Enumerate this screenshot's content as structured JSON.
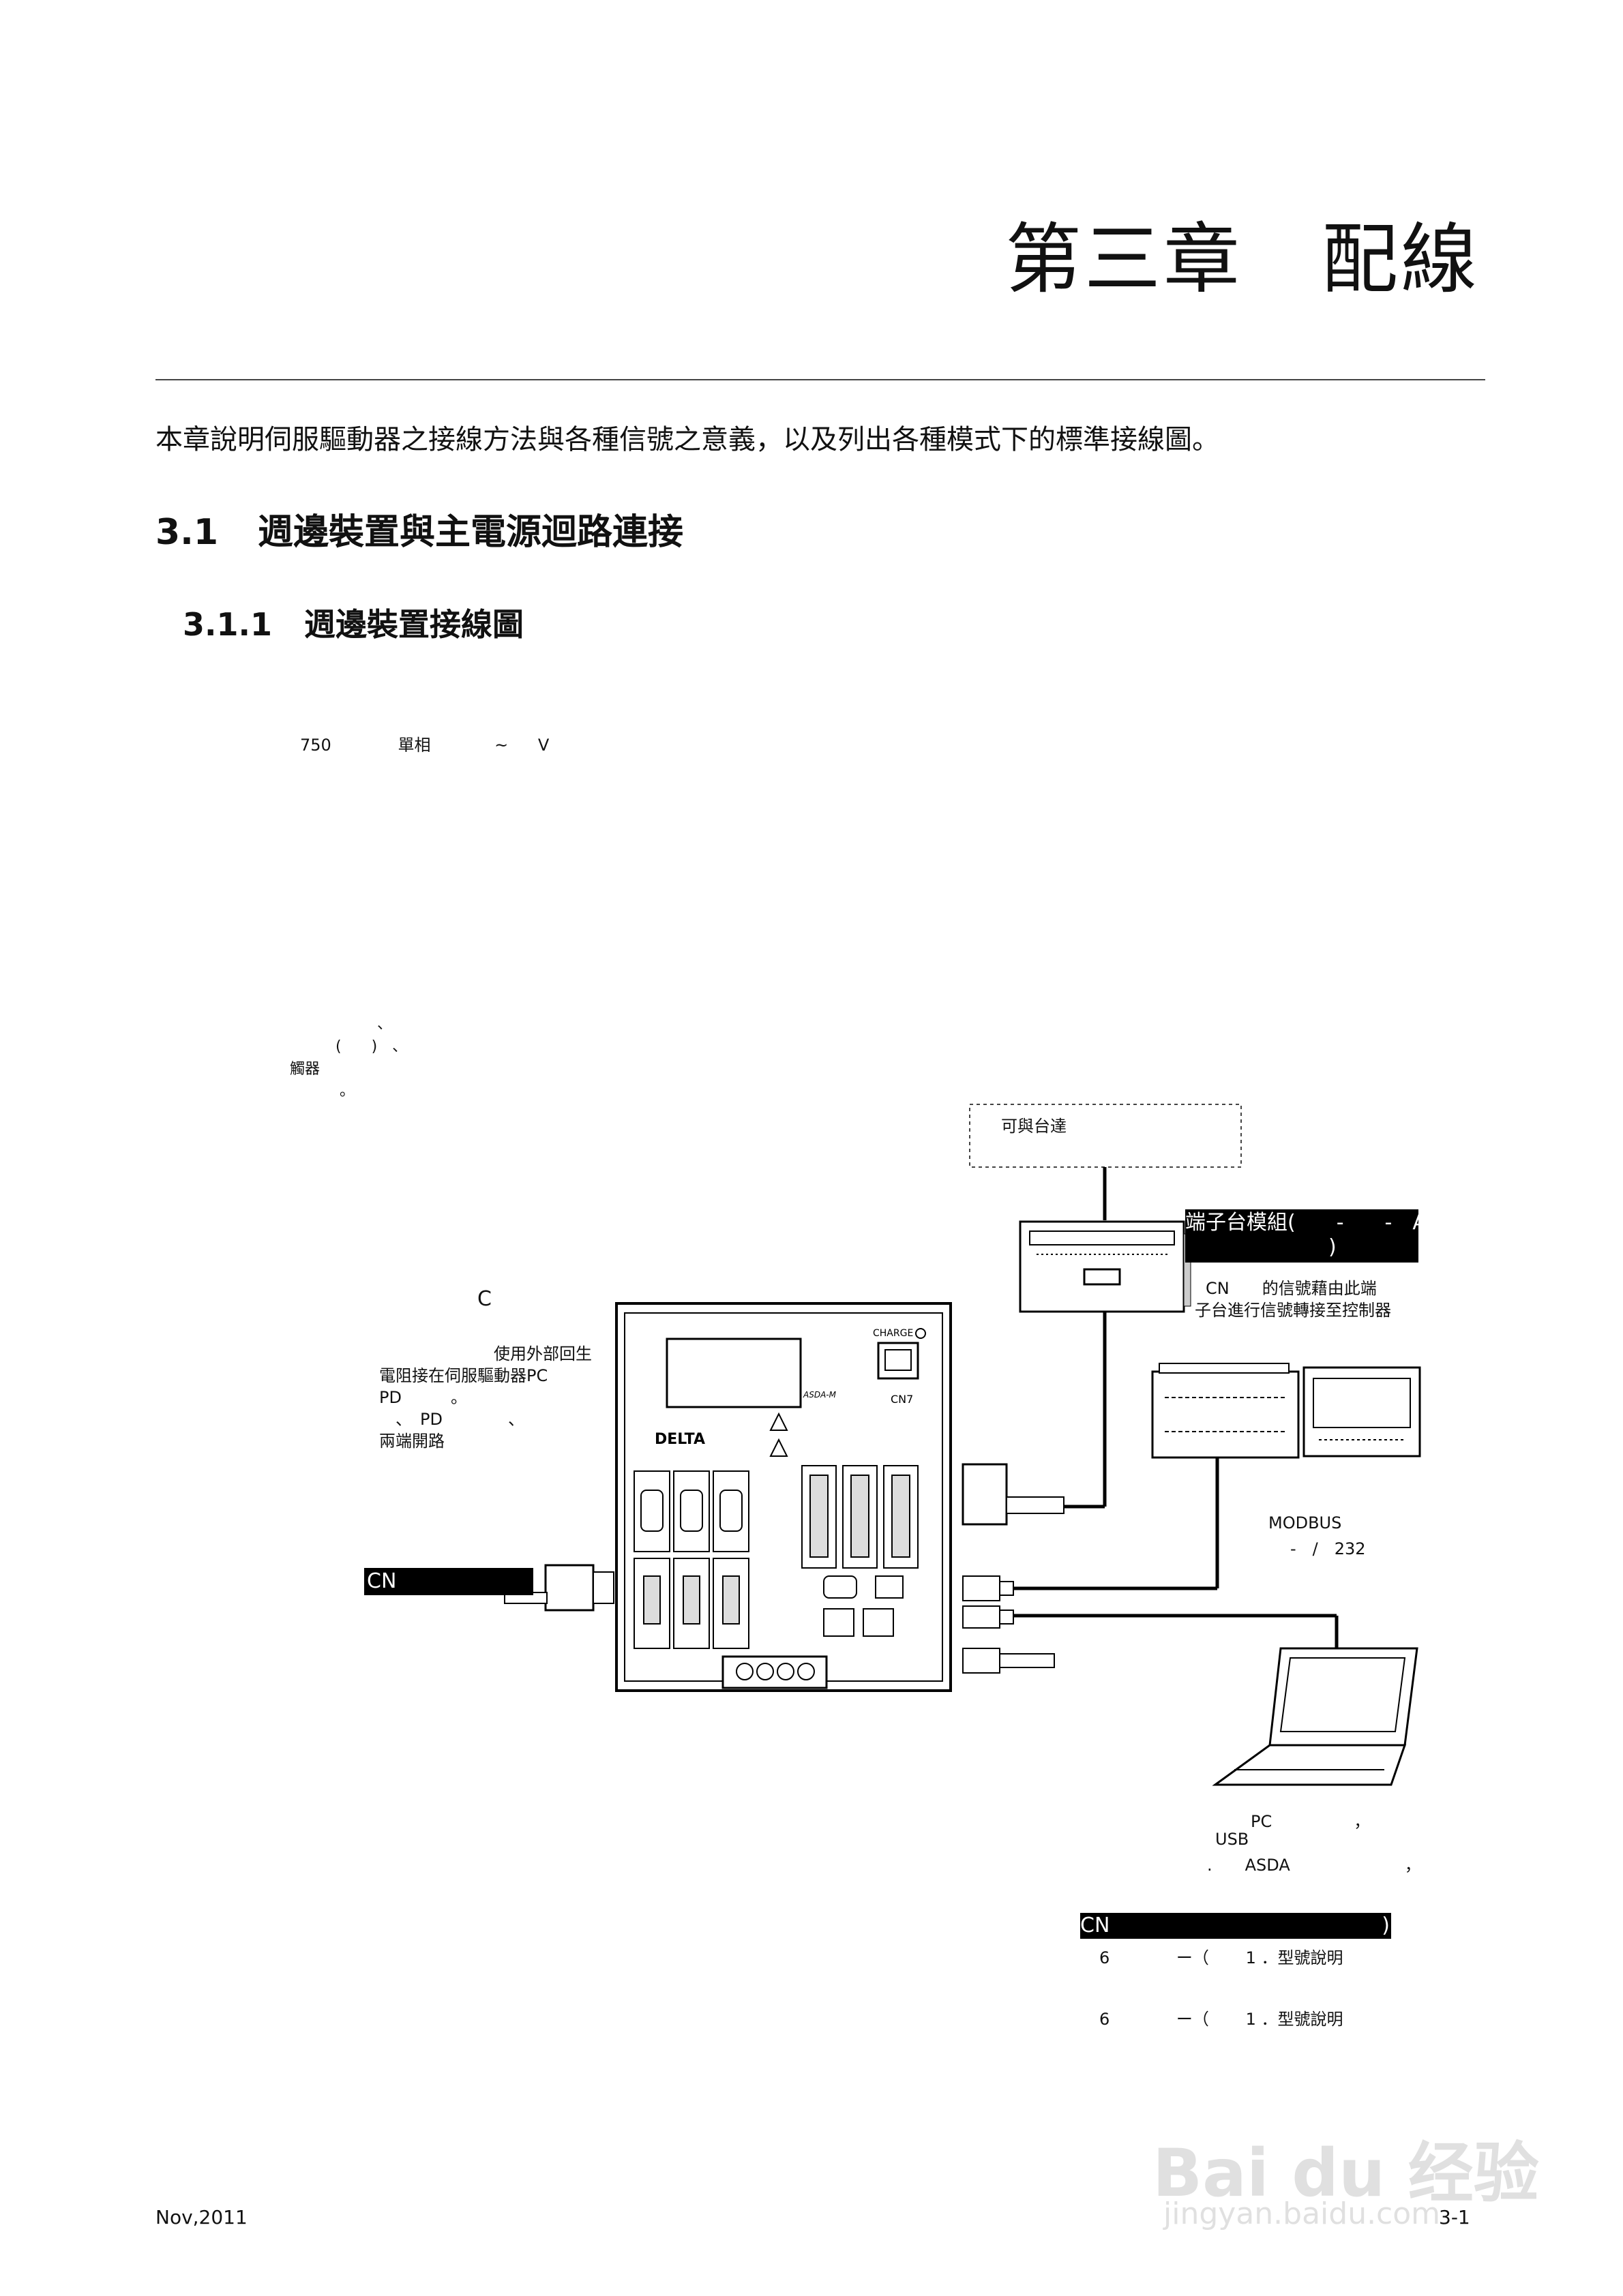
{
  "chapter": {
    "title": "第三章　配線"
  },
  "intro_text": "本章說明伺服驅動器之接線方法與各種信號之意義，以及列出各種模式下的標準接線圖。",
  "section": {
    "number": "3.1",
    "title": "週邊裝置與主電源迴路連接"
  },
  "subsection": {
    "number": "3.1.1",
    "title": "週邊裝置接線圖"
  },
  "diagram": {
    "power_label": {
      "a": "750",
      "b": "單相",
      "c": "~",
      "d": "V"
    },
    "note_left": {
      "l1": "、",
      "l2": "(　　)　、",
      "l3": "觸器",
      "l4": "。"
    },
    "label_c": "C",
    "regen_note": {
      "l1": "使用外部回生",
      "l2": "電阻接在伺服驅動器PC",
      "l3": "PD　　　。",
      "l4": "、　PD　　　　、",
      "l5": "兩端開路"
    },
    "cn_left": "CN",
    "optional_box": "可與台達",
    "terminal_module": {
      "l1": "端子台模組(　　-　　-　A",
      "l2": ")"
    },
    "terminal_desc": {
      "l1": "CN　　的信號藉由此端",
      "l2": "子台進行信號轉接至控制器"
    },
    "modbus": {
      "l1": "MODBUS",
      "l2": "-　/　232"
    },
    "pc_note": {
      "l1": "PC　　　　　，",
      "l2": "USB",
      "l3": ".　　ASDA　　　　　　　，"
    },
    "cn_bottom": {
      "label": "CN",
      "paren": ")"
    },
    "model_ref_1": {
      "a": "6",
      "b": "ー（",
      "c": "1 ．型號說明"
    },
    "model_ref_2": {
      "a": "6",
      "b": "ー（",
      "c": "1 ．型號說明"
    },
    "drive_labels": {
      "charge": "CHARGE",
      "cn7": "CN7",
      "brand": "DELTA",
      "model": "ASDA-M"
    }
  },
  "footer": {
    "date": "Nov,2011",
    "page": "3-1"
  },
  "watermark": {
    "brand": "Bai du 经验",
    "url": "jingyan.baidu.com"
  }
}
